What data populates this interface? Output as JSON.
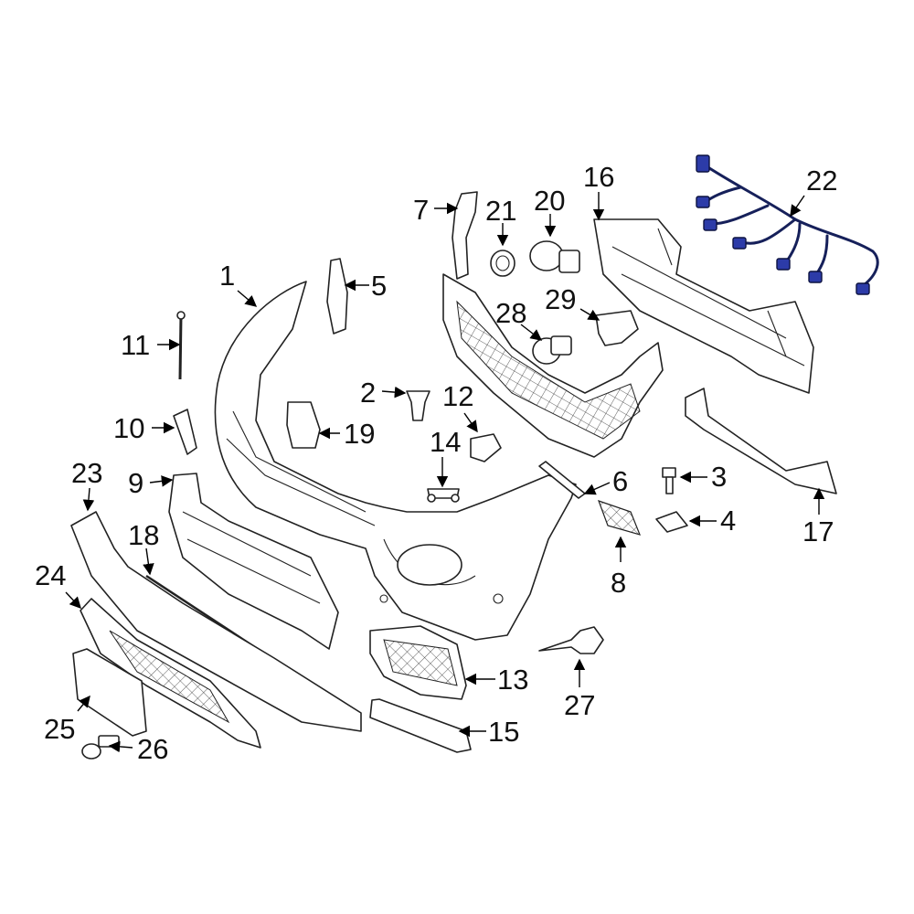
{
  "diagram": {
    "callouts": [
      "1",
      "2",
      "3",
      "4",
      "5",
      "6",
      "7",
      "8",
      "9",
      "10",
      "11",
      "12",
      "13",
      "14",
      "15",
      "16",
      "17",
      "18",
      "19",
      "20",
      "21",
      "22",
      "23",
      "24",
      "25",
      "26",
      "27",
      "28",
      "29"
    ]
  },
  "colors": {
    "line": "#222222",
    "harness": "#16205a",
    "connector": "#2c3ba8",
    "background": "#ffffff"
  }
}
